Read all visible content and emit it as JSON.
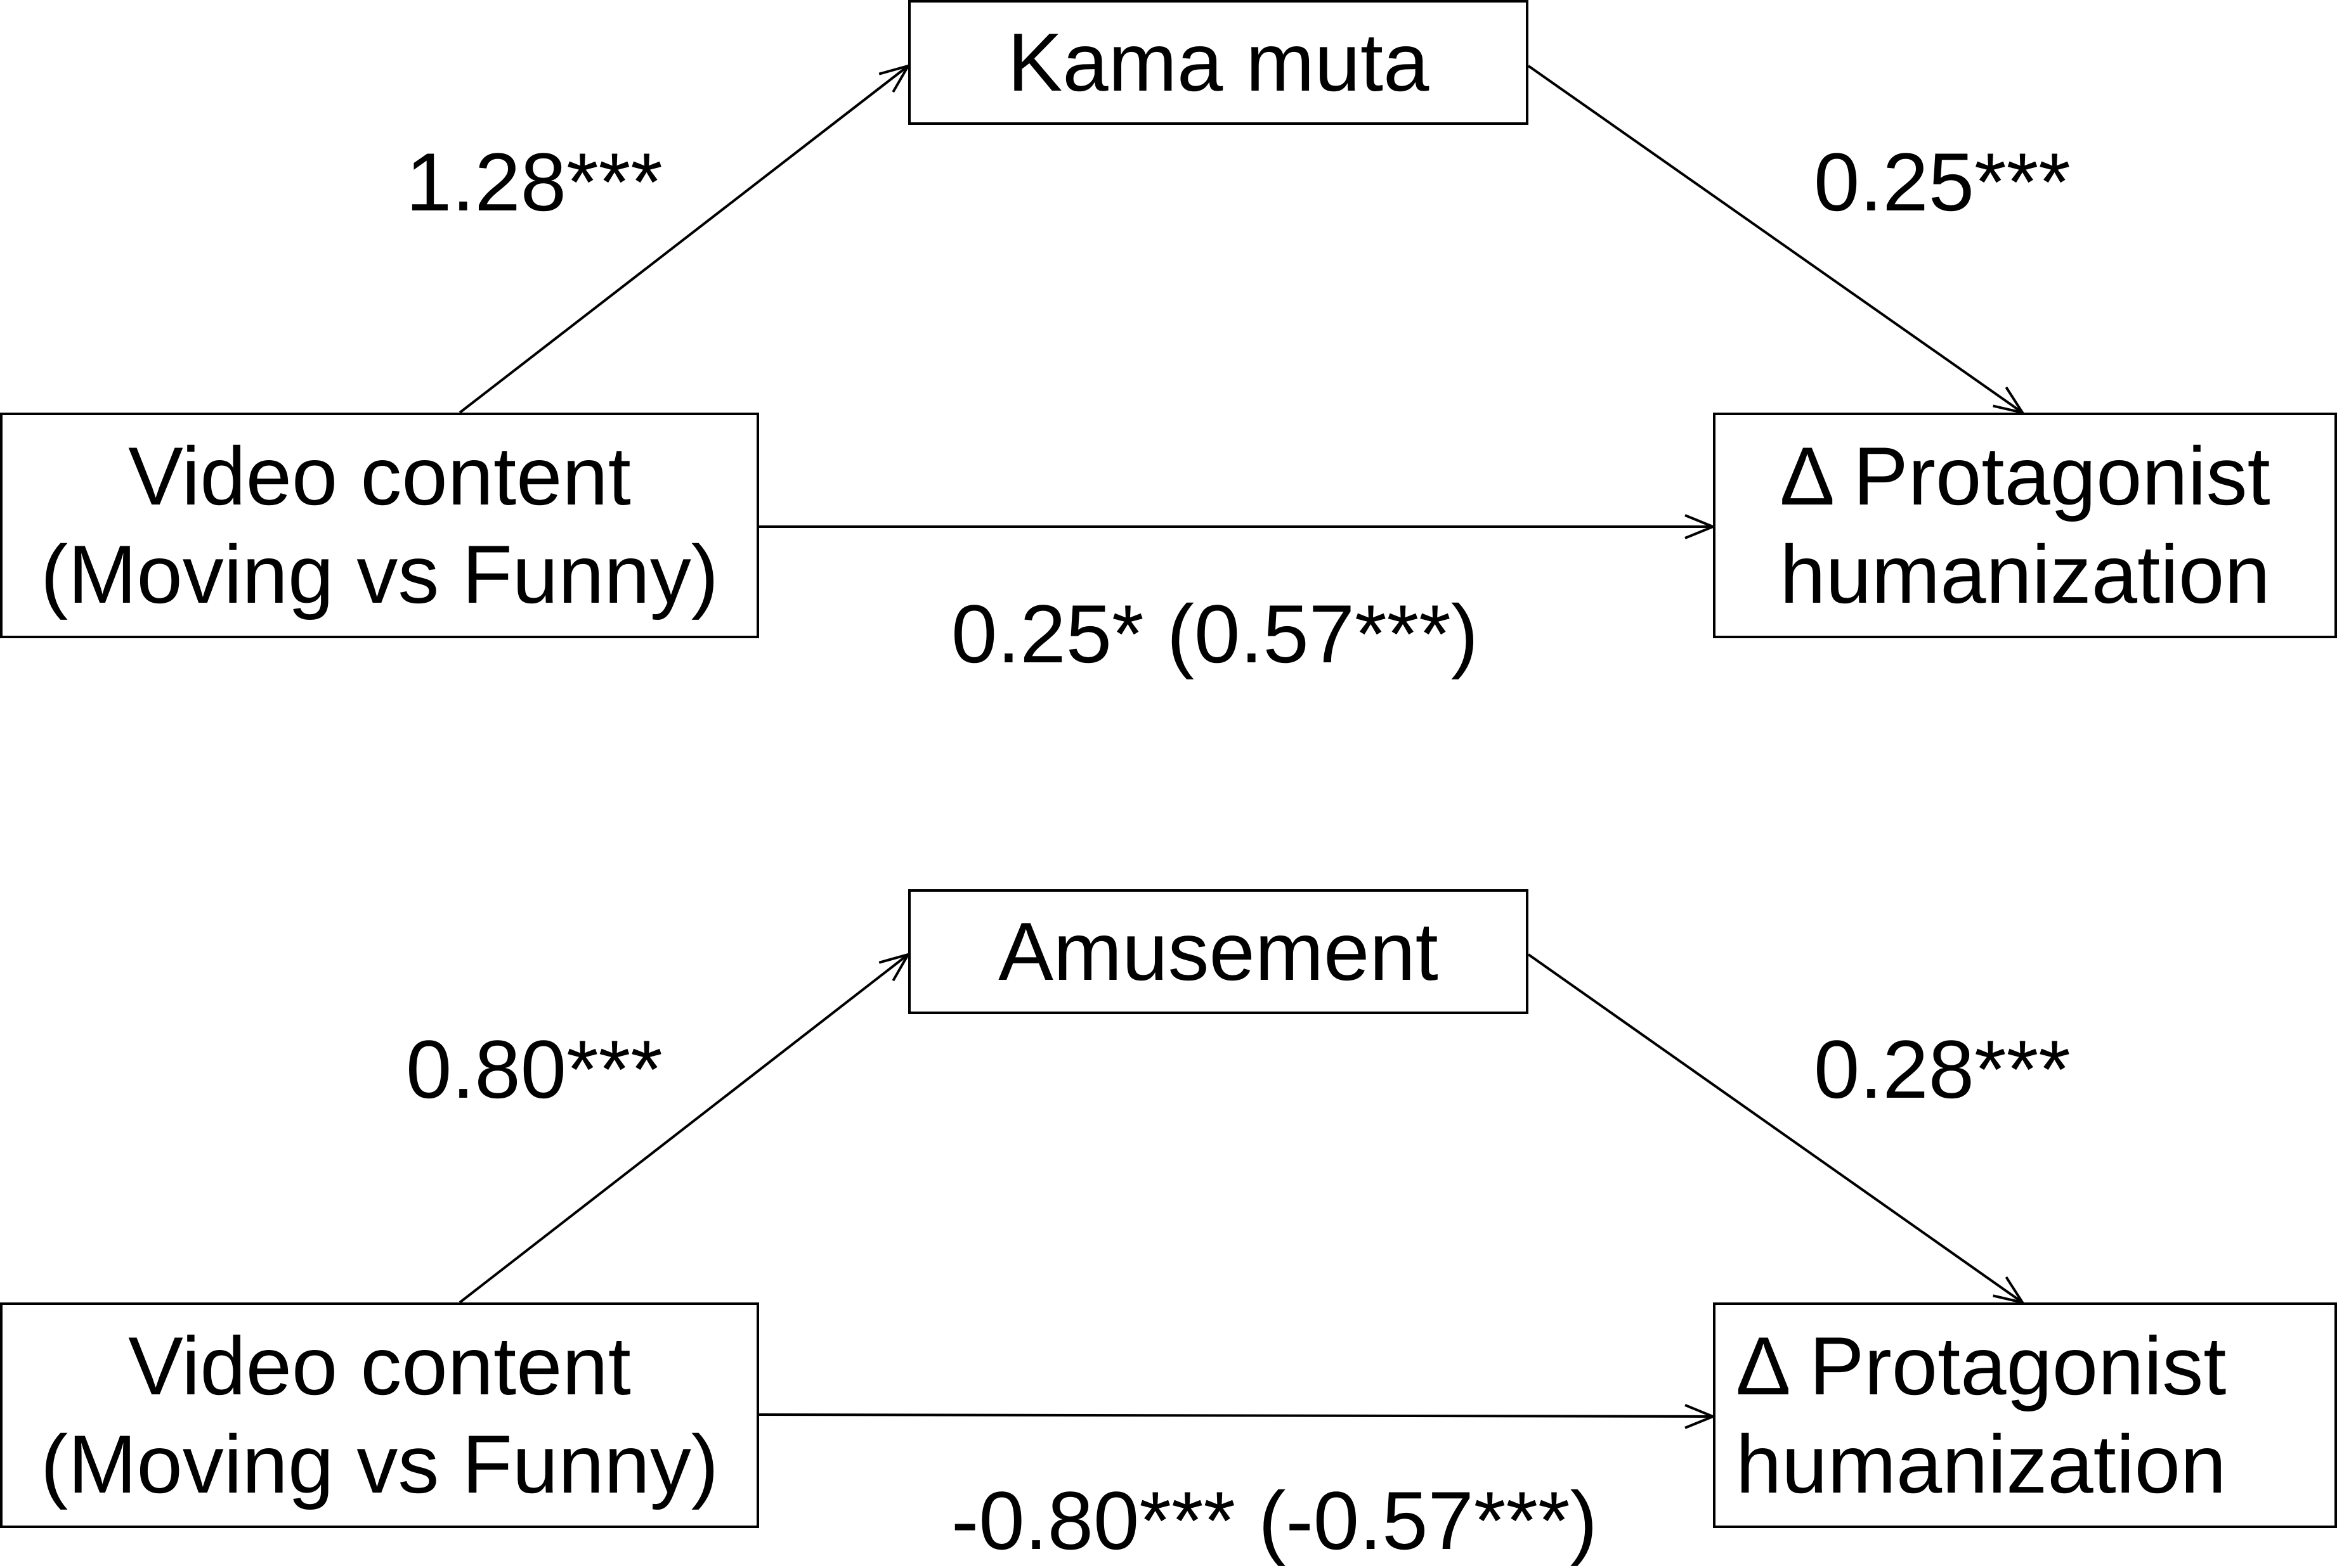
{
  "diagrams": [
    {
      "mediator": "Kama muta",
      "predictor": {
        "line1": "Video content",
        "line2": "(Moving vs Funny)"
      },
      "outcome": {
        "line1": "Δ Protagonist",
        "line2": "humanization"
      },
      "path_a": "1.28***",
      "path_b": "0.25***",
      "path_c": "0.25* (0.57***)"
    },
    {
      "mediator": "Amusement",
      "predictor": {
        "line1": "Video content",
        "line2": "(Moving vs Funny)"
      },
      "outcome": {
        "line1": "Δ Protagonist",
        "line2": "humanization"
      },
      "path_a": "0.80***",
      "path_b": "0.28***",
      "path_c": "-0.80*** (-0.57***)"
    }
  ],
  "colors": {
    "stroke": "#000000",
    "text": "#000000",
    "background": "#ffffff"
  }
}
